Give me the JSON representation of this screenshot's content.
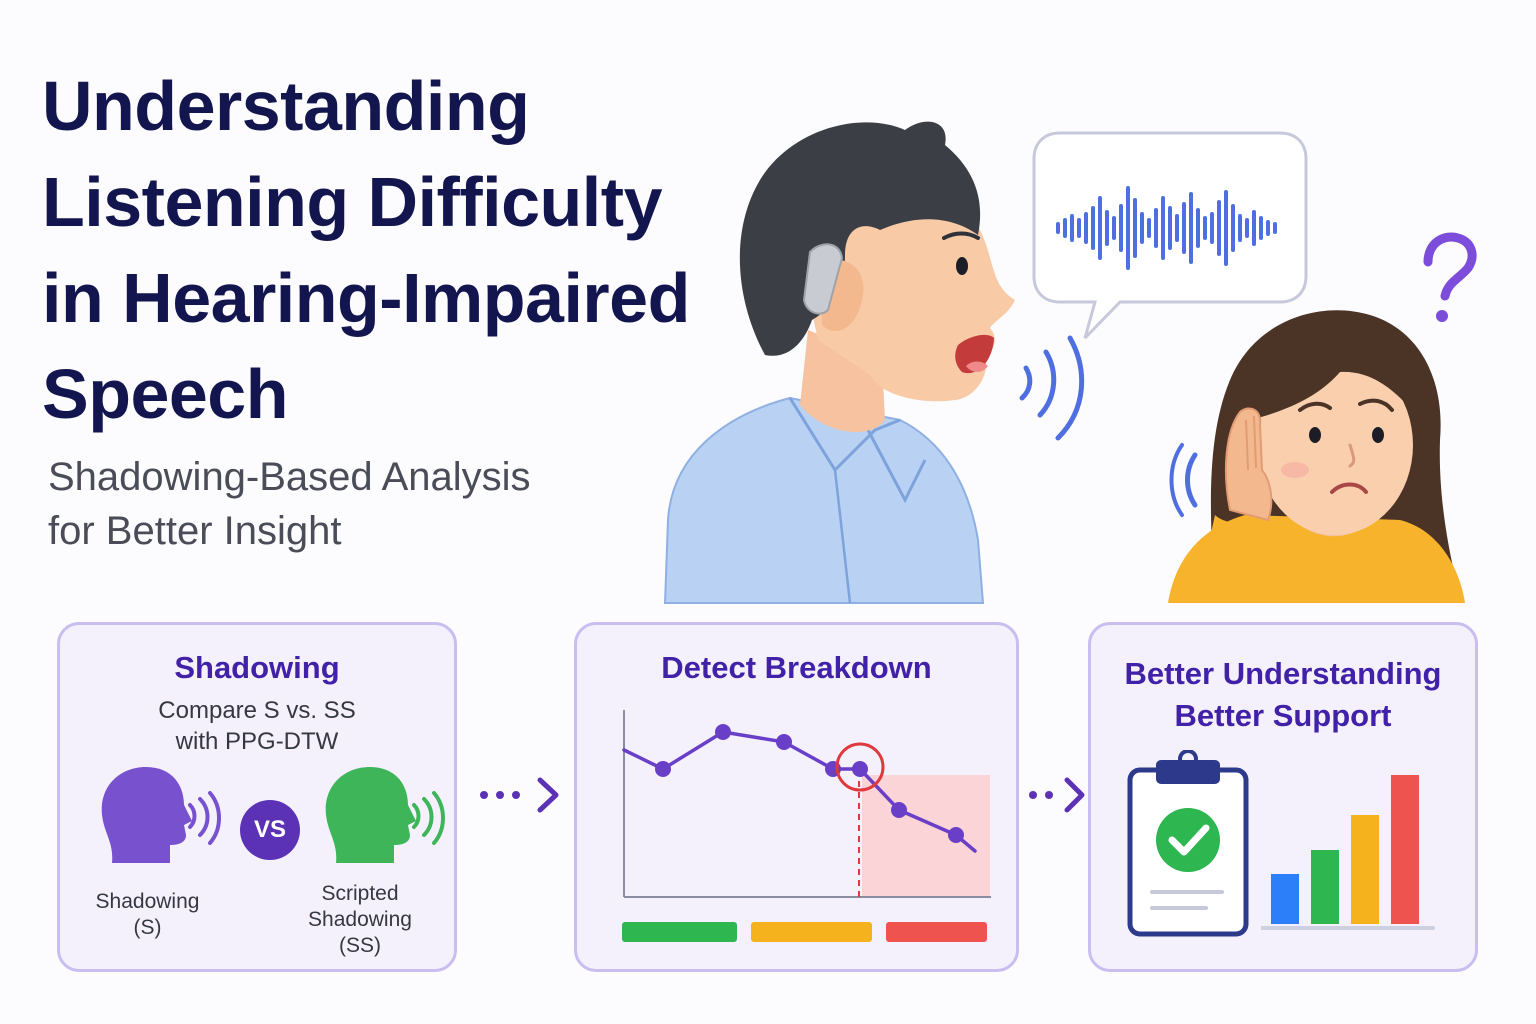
{
  "title_lines": [
    "Understanding",
    "Listening Difficulty",
    "in Hearing-Impaired",
    "Speech"
  ],
  "subtitle_lines": [
    "Shadowing-Based Analysis",
    "for Better Insight"
  ],
  "colors": {
    "title": "#13154f",
    "accent_purple": "#4121a8",
    "panel_bg": "#f4f1fd",
    "panel_border": "#cabdf0",
    "wave_blue": "#4f6fe0",
    "green": "#2eb651",
    "yellow": "#f6b21d",
    "red": "#ef5350"
  },
  "panels": [
    {
      "title": "Shadowing",
      "subtitle_lines": [
        "Compare S vs. SS",
        "with PPG-DTW"
      ],
      "vs_label": "VS",
      "left_speaker": {
        "label_lines": [
          "Shadowing",
          "(S)"
        ],
        "icon": "purple-head-speaking-icon"
      },
      "right_speaker": {
        "label_lines": [
          "Scripted",
          "Shadowing",
          "(SS)"
        ],
        "icon": "green-head-speaking-icon"
      }
    },
    {
      "title": "Detect Breakdown",
      "legend_bar_colors": [
        "#2eb651",
        "#f6b21d",
        "#ef5350"
      ]
    },
    {
      "title_lines": [
        "Better Understanding",
        "Better Support"
      ],
      "icons": [
        "clipboard-check-icon",
        "bar-chart-icon"
      ],
      "bar_colors": [
        "#2d7ff9",
        "#2eb651",
        "#f6b21d",
        "#ef5350"
      ]
    }
  ],
  "illustrations": [
    "speaker-with-hearing-aid",
    "speech-bubble-waveform",
    "confused-listener",
    "question-mark-icon"
  ]
}
